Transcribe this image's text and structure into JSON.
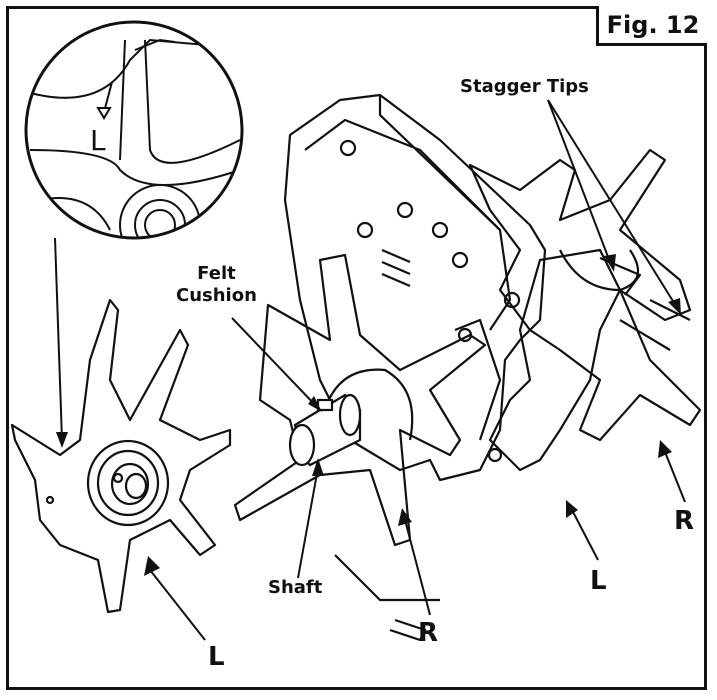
{
  "figure": {
    "id_label": "Fig. 12"
  },
  "labels": {
    "stagger_tips": "Stagger Tips",
    "felt_cushion_line1": "Felt",
    "felt_cushion_line2": "Cushion",
    "shaft": "Shaft",
    "left_tine_main": "L",
    "left_tine_rear": "L",
    "right_tine_front": "R",
    "right_tine_rear": "R",
    "inset_mark": "L"
  },
  "colors": {
    "ink": "#111111",
    "paper": "#ffffff",
    "shade": "#d8d8d8"
  }
}
